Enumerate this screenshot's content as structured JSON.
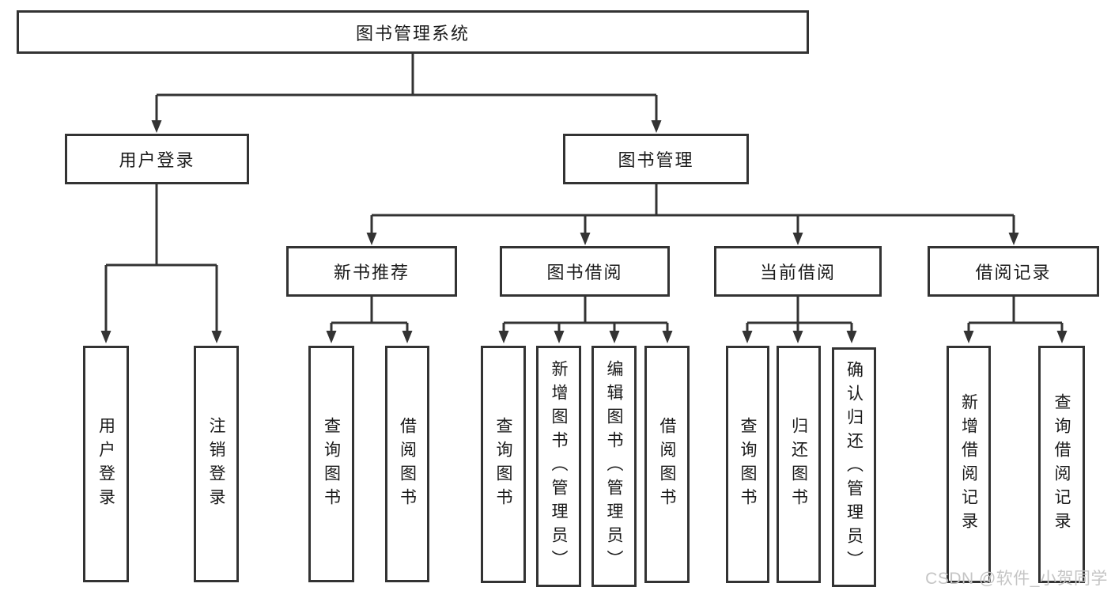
{
  "nodes": {
    "root": "图书管理系统",
    "user_login": "用户登录",
    "book_mgmt": "图书管理",
    "new_book_rec": "新书推荐",
    "book_borrow": "图书借阅",
    "current_borrow": "当前借阅",
    "borrow_records": "借阅记录",
    "leaf_user_login": "用户登录",
    "leaf_logout": "注销登录",
    "leaf_rec_query": "查询图书",
    "leaf_rec_borrow": "借阅图书",
    "leaf_bb_query": "查询图书",
    "leaf_bb_add": "新增图书（管理员）",
    "leaf_bb_edit": "编辑图书（管理员）",
    "leaf_bb_borrow": "借阅图书",
    "leaf_cb_query": "查询图书",
    "leaf_cb_return": "归还图书",
    "leaf_cb_confirm": "确认归还（管理员）",
    "leaf_br_add": "新增借阅记录",
    "leaf_br_query": "查询借阅记录"
  },
  "hierarchy": {
    "root": "图书管理系统",
    "children": [
      {
        "label": "用户登录",
        "children": [
          "用户登录",
          "注销登录"
        ]
      },
      {
        "label": "图书管理",
        "children": [
          {
            "label": "新书推荐",
            "children": [
              "查询图书",
              "借阅图书"
            ]
          },
          {
            "label": "图书借阅",
            "children": [
              "查询图书",
              "新增图书（管理员）",
              "编辑图书（管理员）",
              "借阅图书"
            ]
          },
          {
            "label": "当前借阅",
            "children": [
              "查询图书",
              "归还图书",
              "确认归还（管理员）"
            ]
          },
          {
            "label": "借阅记录",
            "children": [
              "新增借阅记录",
              "查询借阅记录"
            ]
          }
        ]
      }
    ]
  },
  "watermark": "CSDN @软件_小贺同学",
  "colors": {
    "line": "#333333",
    "text": "#1a1a1a",
    "watermark": "#c5c5c5",
    "background": "#ffffff"
  }
}
